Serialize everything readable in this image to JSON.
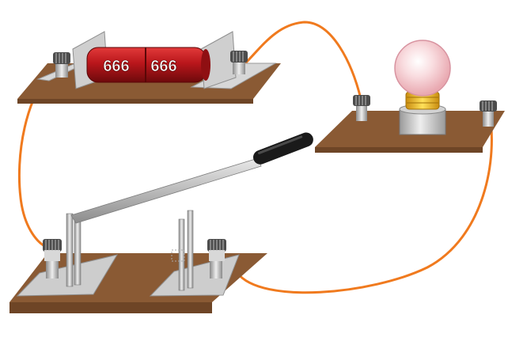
{
  "cell": {
    "label_left": "666",
    "label_right": "666",
    "color": "#c0161b"
  },
  "colors": {
    "wire": "#f07a1e",
    "board": "#8a5a34",
    "board_edge": "#6e4526",
    "metal": "#b9b9b9",
    "handle": "#1a1a1a",
    "bulb_glow": "#f3c7cc",
    "bulb_base": "#e7b21a"
  },
  "components": {
    "cell_holder": "battery-cell",
    "lamp": "light-bulb",
    "switch": "knife-switch"
  }
}
